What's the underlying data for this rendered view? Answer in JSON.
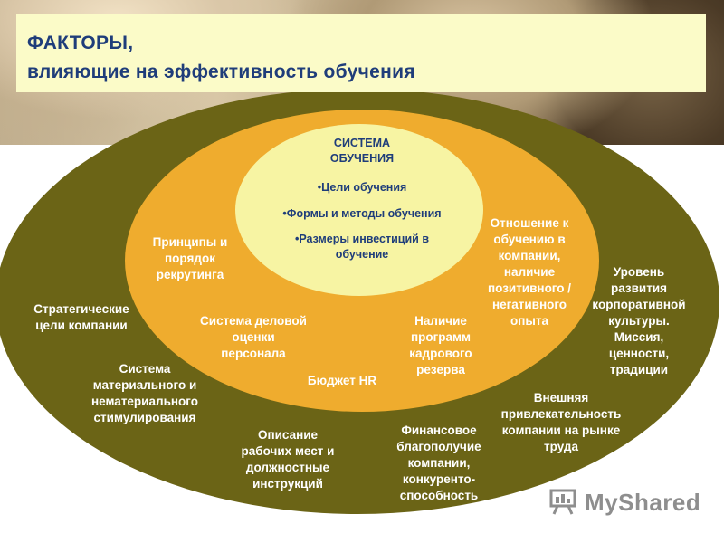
{
  "title": {
    "line1": "ФАКТОРЫ,",
    "line2": "влияющие на эффективность обучения"
  },
  "colors": {
    "outer_ring": "#6b6416",
    "middle_ring": "#efac2e",
    "core": "#f7f4a3",
    "title_text": "#1f3d7a",
    "title_bg": "#fbfbc8"
  },
  "core": {
    "title": "СИСТЕМА\nОБУЧЕНИЯ",
    "items": [
      "•Цели обучения",
      "•Формы и методы обучения",
      "•Размеры инвестиций в\nобучение"
    ]
  },
  "middle_ring": {
    "items": [
      "Принципы и\nпорядок\nрекрутинга",
      "Отношение к\nобучению в\nкомпании,\nналичие\nпозитивного /\nнегативного\nопыта",
      "Система деловой\nоценки\nперсонала",
      "Наличие\nпрограмм\nкадрового\nрезерва",
      "Бюджет HR"
    ]
  },
  "outer_ring": {
    "items": [
      "Стратегические\nцели компании",
      "Система\nматериального и\nнематериального\nстимулирования",
      "Описание\nрабочих мест и\nдолжностные\nинструкций",
      "Финансовое\nблагополучие\nкомпании,\nконкуренто-\nспособность",
      "Внешняя\nпривлекательность\nкомпании на рынке\nтруда",
      "Уровень\nразвития\nкорпоративной\nкультуры.\nМиссия,\nценности,\nтрадиции"
    ]
  },
  "logo": {
    "text": "MyShared",
    "icon": "presentation-board-icon"
  }
}
